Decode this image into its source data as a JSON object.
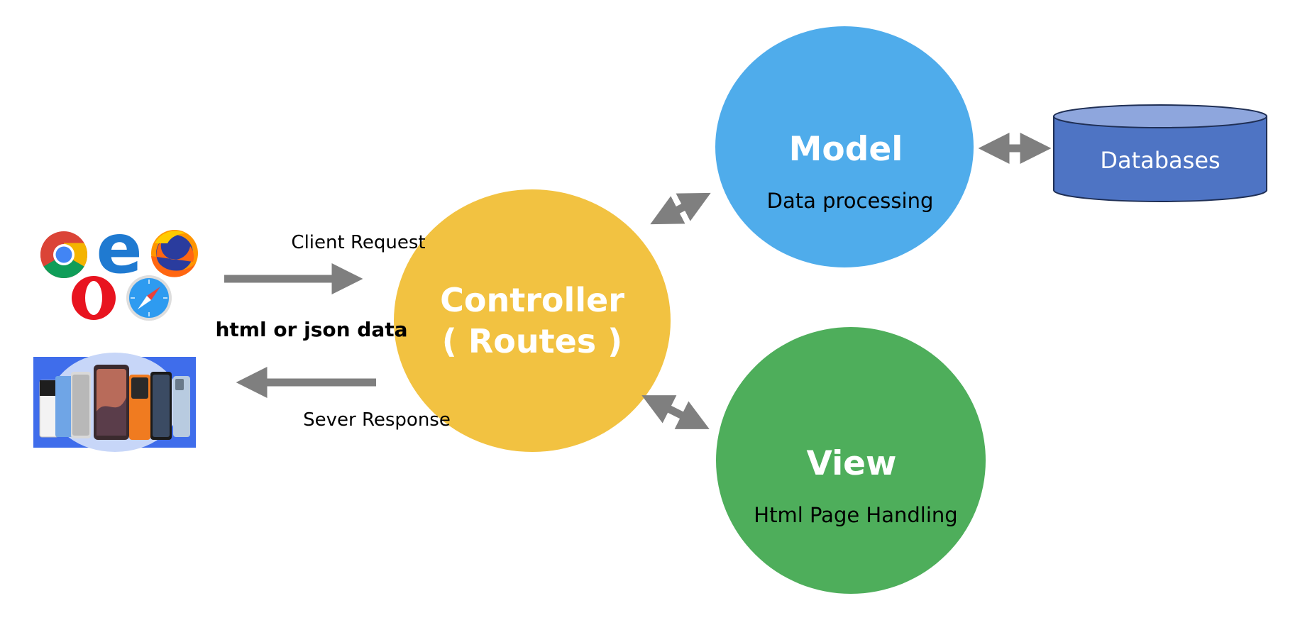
{
  "controller": {
    "title_line1": "Controller",
    "title_line2": "( Routes )",
    "color": "#F2C241"
  },
  "model": {
    "title": "Model",
    "subtitle": "Data processing",
    "color": "#4FACEB"
  },
  "view": {
    "title": "View",
    "subtitle": "Html Page Handling",
    "color": "#4EAE5B"
  },
  "database": {
    "label": "Databases",
    "body_color": "#4E74C4",
    "top_color": "#8EA6DD"
  },
  "client": {
    "request_label": "Client Request",
    "response_label": "Sever Response",
    "payload_label": "html or json data",
    "browser_icons": [
      "chrome-icon",
      "edge-icon",
      "firefox-icon",
      "opera-icon",
      "safari-icon"
    ],
    "devices_icon": "smartphones-icon"
  },
  "colors": {
    "arrow": "#7F7F7F",
    "text_dark": "#000000",
    "text_light": "#FFFFFF"
  }
}
